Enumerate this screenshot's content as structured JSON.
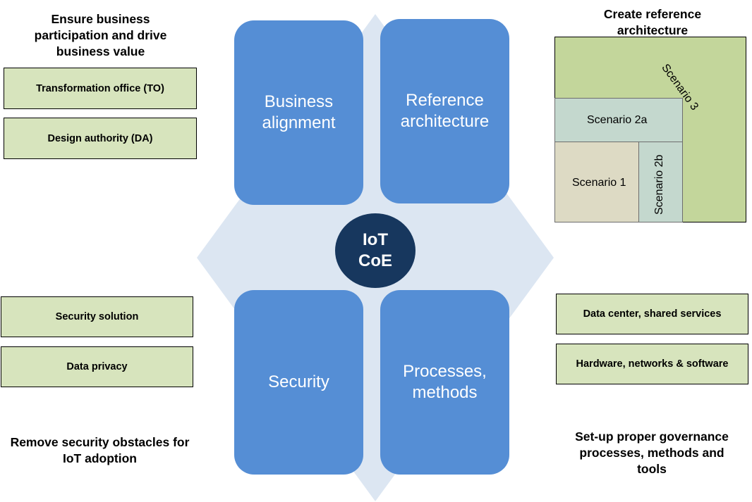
{
  "colors": {
    "diamond": "#dce6f2",
    "quadrant": "#558ed5",
    "hub": "#17375e",
    "green_box": "#d7e4bd",
    "scenario3": "#c3d69b",
    "scenario2a": "#c4d8ce",
    "scenario2b": "#c4d8ce",
    "scenario1": "#dddac4"
  },
  "center": {
    "label": "IoT\nCoE"
  },
  "quadrants": {
    "business_alignment": "Business\nalignment",
    "reference_architecture": "Reference\narchitecture",
    "security": "Security",
    "processes_methods": "Processes,\nmethods"
  },
  "top_left": {
    "heading": "Ensure business participation and drive business value",
    "boxes": [
      "Transformation office (TO)",
      "Design authority (DA)"
    ]
  },
  "top_right": {
    "heading": "Create reference architecture",
    "scenarios": {
      "s3": "Scenario 3",
      "s2a": "Scenario 2a",
      "s2b": "Scenario 2b",
      "s1": "Scenario 1"
    }
  },
  "bottom_left": {
    "boxes": [
      "Security solution",
      "Data privacy"
    ],
    "heading": "Remove security obstacles for IoT adoption"
  },
  "bottom_right": {
    "boxes": [
      "Data center, shared services",
      "Hardware, networks & software"
    ],
    "heading": "Set-up proper governance processes, methods and tools"
  }
}
